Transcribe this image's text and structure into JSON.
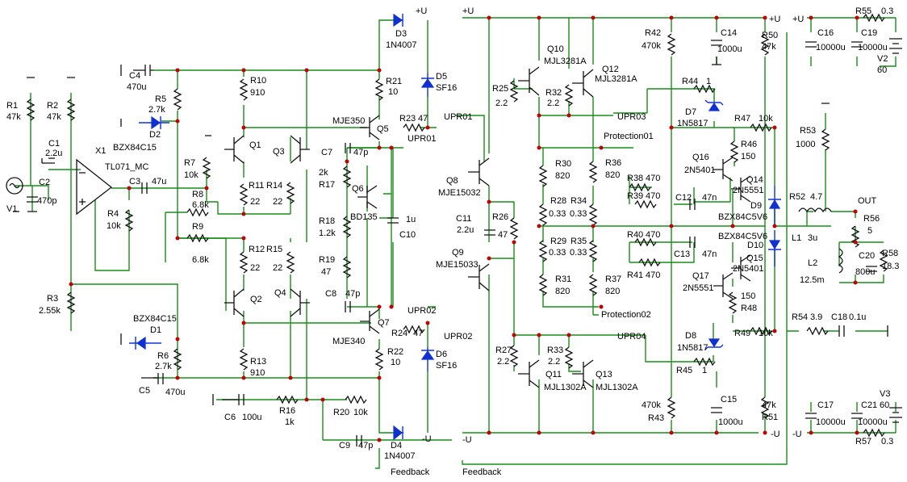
{
  "labels": [
    {
      "t": "R1"
    },
    {
      "t": "47k"
    },
    {
      "t": "R2"
    },
    {
      "t": "47k"
    },
    {
      "t": "C1"
    },
    {
      "t": "2.2u"
    },
    {
      "t": "C2"
    },
    {
      "t": "470p"
    },
    {
      "t": "V1"
    },
    {
      "t": "X1"
    },
    {
      "t": "TL071_MC"
    },
    {
      "t": "C3"
    },
    {
      "t": "47u"
    },
    {
      "t": "R4"
    },
    {
      "t": "10k"
    },
    {
      "t": "R3"
    },
    {
      "t": "2.55k"
    },
    {
      "t": "C4"
    },
    {
      "t": "470u"
    },
    {
      "t": "R5"
    },
    {
      "t": "2.7k"
    },
    {
      "t": "D2"
    },
    {
      "t": "BZX84C15"
    },
    {
      "t": "R7"
    },
    {
      "t": "10k"
    },
    {
      "t": "R8"
    },
    {
      "t": "6.8k"
    },
    {
      "t": "R9"
    },
    {
      "t": "6.8k"
    },
    {
      "t": "BZX84C15"
    },
    {
      "t": "D1"
    },
    {
      "t": "R6"
    },
    {
      "t": "2.7k"
    },
    {
      "t": "C5"
    },
    {
      "t": "470u"
    },
    {
      "t": "R10"
    },
    {
      "t": "910"
    },
    {
      "t": "Q1"
    },
    {
      "t": "R11"
    },
    {
      "t": "22"
    },
    {
      "t": "R14"
    },
    {
      "t": "22"
    },
    {
      "t": "Q3"
    },
    {
      "t": "R12"
    },
    {
      "t": "22"
    },
    {
      "t": "R15"
    },
    {
      "t": "22"
    },
    {
      "t": "Q2"
    },
    {
      "t": "Q4"
    },
    {
      "t": "R13"
    },
    {
      "t": "910"
    },
    {
      "t": "C6"
    },
    {
      "t": "100u"
    },
    {
      "t": "R16"
    },
    {
      "t": "1k"
    },
    {
      "t": "R20"
    },
    {
      "t": "10k"
    },
    {
      "t": "C9"
    },
    {
      "t": "47p"
    },
    {
      "t": "D3"
    },
    {
      "t": "1N4007"
    },
    {
      "t": "+U"
    },
    {
      "t": "D5"
    },
    {
      "t": "SF16"
    },
    {
      "t": "R21"
    },
    {
      "t": "10"
    },
    {
      "t": "MJE350"
    },
    {
      "t": "Q5"
    },
    {
      "t": "R23"
    },
    {
      "t": "47"
    },
    {
      "t": "UPR01"
    },
    {
      "t": "C7"
    },
    {
      "t": "47p"
    },
    {
      "t": "2k"
    },
    {
      "t": "R17"
    },
    {
      "t": "Q6"
    },
    {
      "t": "BD135"
    },
    {
      "t": "R18"
    },
    {
      "t": "1.2k"
    },
    {
      "t": "R19"
    },
    {
      "t": "47"
    },
    {
      "t": "1u"
    },
    {
      "t": "C10"
    },
    {
      "t": "C8"
    },
    {
      "t": "47p"
    },
    {
      "t": "Q7"
    },
    {
      "t": "MJE340"
    },
    {
      "t": "UPR02"
    },
    {
      "t": "R24"
    },
    {
      "t": "47"
    },
    {
      "t": "R22"
    },
    {
      "t": "10"
    },
    {
      "t": "D6"
    },
    {
      "t": "SF16"
    },
    {
      "t": "D4"
    },
    {
      "t": "1N4007"
    },
    {
      "t": "-U"
    },
    {
      "t": "Feedback"
    },
    {
      "t": "+U"
    },
    {
      "t": "UPR01"
    },
    {
      "t": "Q8"
    },
    {
      "t": "MJE15032"
    },
    {
      "t": "C11"
    },
    {
      "t": "2.2u"
    },
    {
      "t": "R26"
    },
    {
      "t": "47"
    },
    {
      "t": "Q9"
    },
    {
      "t": "MJE15033"
    },
    {
      "t": "UPR02"
    },
    {
      "t": "R25"
    },
    {
      "t": "2.2"
    },
    {
      "t": "Q10"
    },
    {
      "t": "MJL3281A"
    },
    {
      "t": "R32"
    },
    {
      "t": "2.2"
    },
    {
      "t": "Q12"
    },
    {
      "t": "MJL3281A"
    },
    {
      "t": "UPR03"
    },
    {
      "t": "Protection01"
    },
    {
      "t": "R30"
    },
    {
      "t": "820"
    },
    {
      "t": "R36"
    },
    {
      "t": "820"
    },
    {
      "t": "R28"
    },
    {
      "t": "0.33"
    },
    {
      "t": "R34"
    },
    {
      "t": "0.33"
    },
    {
      "t": "R29"
    },
    {
      "t": "0.33"
    },
    {
      "t": "R35"
    },
    {
      "t": "0.33"
    },
    {
      "t": "R31"
    },
    {
      "t": "820"
    },
    {
      "t": "R37"
    },
    {
      "t": "820"
    },
    {
      "t": "Protection02"
    },
    {
      "t": "UPR04"
    },
    {
      "t": "R27"
    },
    {
      "t": "2.2"
    },
    {
      "t": "R33"
    },
    {
      "t": "2.2"
    },
    {
      "t": "Q11"
    },
    {
      "t": "MJL1302A"
    },
    {
      "t": "Q13"
    },
    {
      "t": "MJL1302A"
    },
    {
      "t": "-U"
    },
    {
      "t": "Feedback"
    },
    {
      "t": "R42"
    },
    {
      "t": "470k"
    },
    {
      "t": "C14"
    },
    {
      "t": "1000u"
    },
    {
      "t": "+U"
    },
    {
      "t": "R50"
    },
    {
      "t": "47k"
    },
    {
      "t": "R44"
    },
    {
      "t": "1"
    },
    {
      "t": "D7"
    },
    {
      "t": "1N5817"
    },
    {
      "t": "R47"
    },
    {
      "t": "10k"
    },
    {
      "t": "R46"
    },
    {
      "t": "150"
    },
    {
      "t": "Q16"
    },
    {
      "t": "2N5401"
    },
    {
      "t": "Q14"
    },
    {
      "t": "2N5551"
    },
    {
      "t": "R38"
    },
    {
      "t": "470"
    },
    {
      "t": "R39"
    },
    {
      "t": "470"
    },
    {
      "t": "C12"
    },
    {
      "t": "47n"
    },
    {
      "t": "D9"
    },
    {
      "t": "BZX84C5V6"
    },
    {
      "t": "BZX84C5V6"
    },
    {
      "t": "D10"
    },
    {
      "t": "R40"
    },
    {
      "t": "470"
    },
    {
      "t": "C13"
    },
    {
      "t": "47n"
    },
    {
      "t": "Q15"
    },
    {
      "t": "2N5401"
    },
    {
      "t": "R41"
    },
    {
      "t": "470"
    },
    {
      "t": "Q17"
    },
    {
      "t": "2N5551"
    },
    {
      "t": "150"
    },
    {
      "t": "R48"
    },
    {
      "t": "R49"
    },
    {
      "t": "10k"
    },
    {
      "t": "D8"
    },
    {
      "t": "1N5817"
    },
    {
      "t": "R45"
    },
    {
      "t": "1"
    },
    {
      "t": "470k"
    },
    {
      "t": "R43"
    },
    {
      "t": "C15"
    },
    {
      "t": "1000u"
    },
    {
      "t": "47k"
    },
    {
      "t": "R51"
    },
    {
      "t": "-U"
    },
    {
      "t": "+U"
    },
    {
      "t": "C16"
    },
    {
      "t": "10000u"
    },
    {
      "t": "R55"
    },
    {
      "t": "0.3"
    },
    {
      "t": "C19"
    },
    {
      "t": "10000u"
    },
    {
      "t": "V2"
    },
    {
      "t": "60"
    },
    {
      "t": "R53"
    },
    {
      "t": "1000"
    },
    {
      "t": "R52"
    },
    {
      "t": "4.7"
    },
    {
      "t": "OUT"
    },
    {
      "t": "L1"
    },
    {
      "t": "3u"
    },
    {
      "t": "R56"
    },
    {
      "t": "5"
    },
    {
      "t": "L2"
    },
    {
      "t": "12.5m"
    },
    {
      "t": "C20"
    },
    {
      "t": "800u"
    },
    {
      "t": "R58"
    },
    {
      "t": "18.3"
    },
    {
      "t": "R54"
    },
    {
      "t": "3.9"
    },
    {
      "t": "C18"
    },
    {
      "t": "0.1u"
    },
    {
      "t": "C17"
    },
    {
      "t": "10000u"
    },
    {
      "t": "C21"
    },
    {
      "t": "10000u"
    },
    {
      "t": "V3"
    },
    {
      "t": "60"
    },
    {
      "t": "-U"
    },
    {
      "t": "R57"
    },
    {
      "t": "0.3"
    }
  ]
}
